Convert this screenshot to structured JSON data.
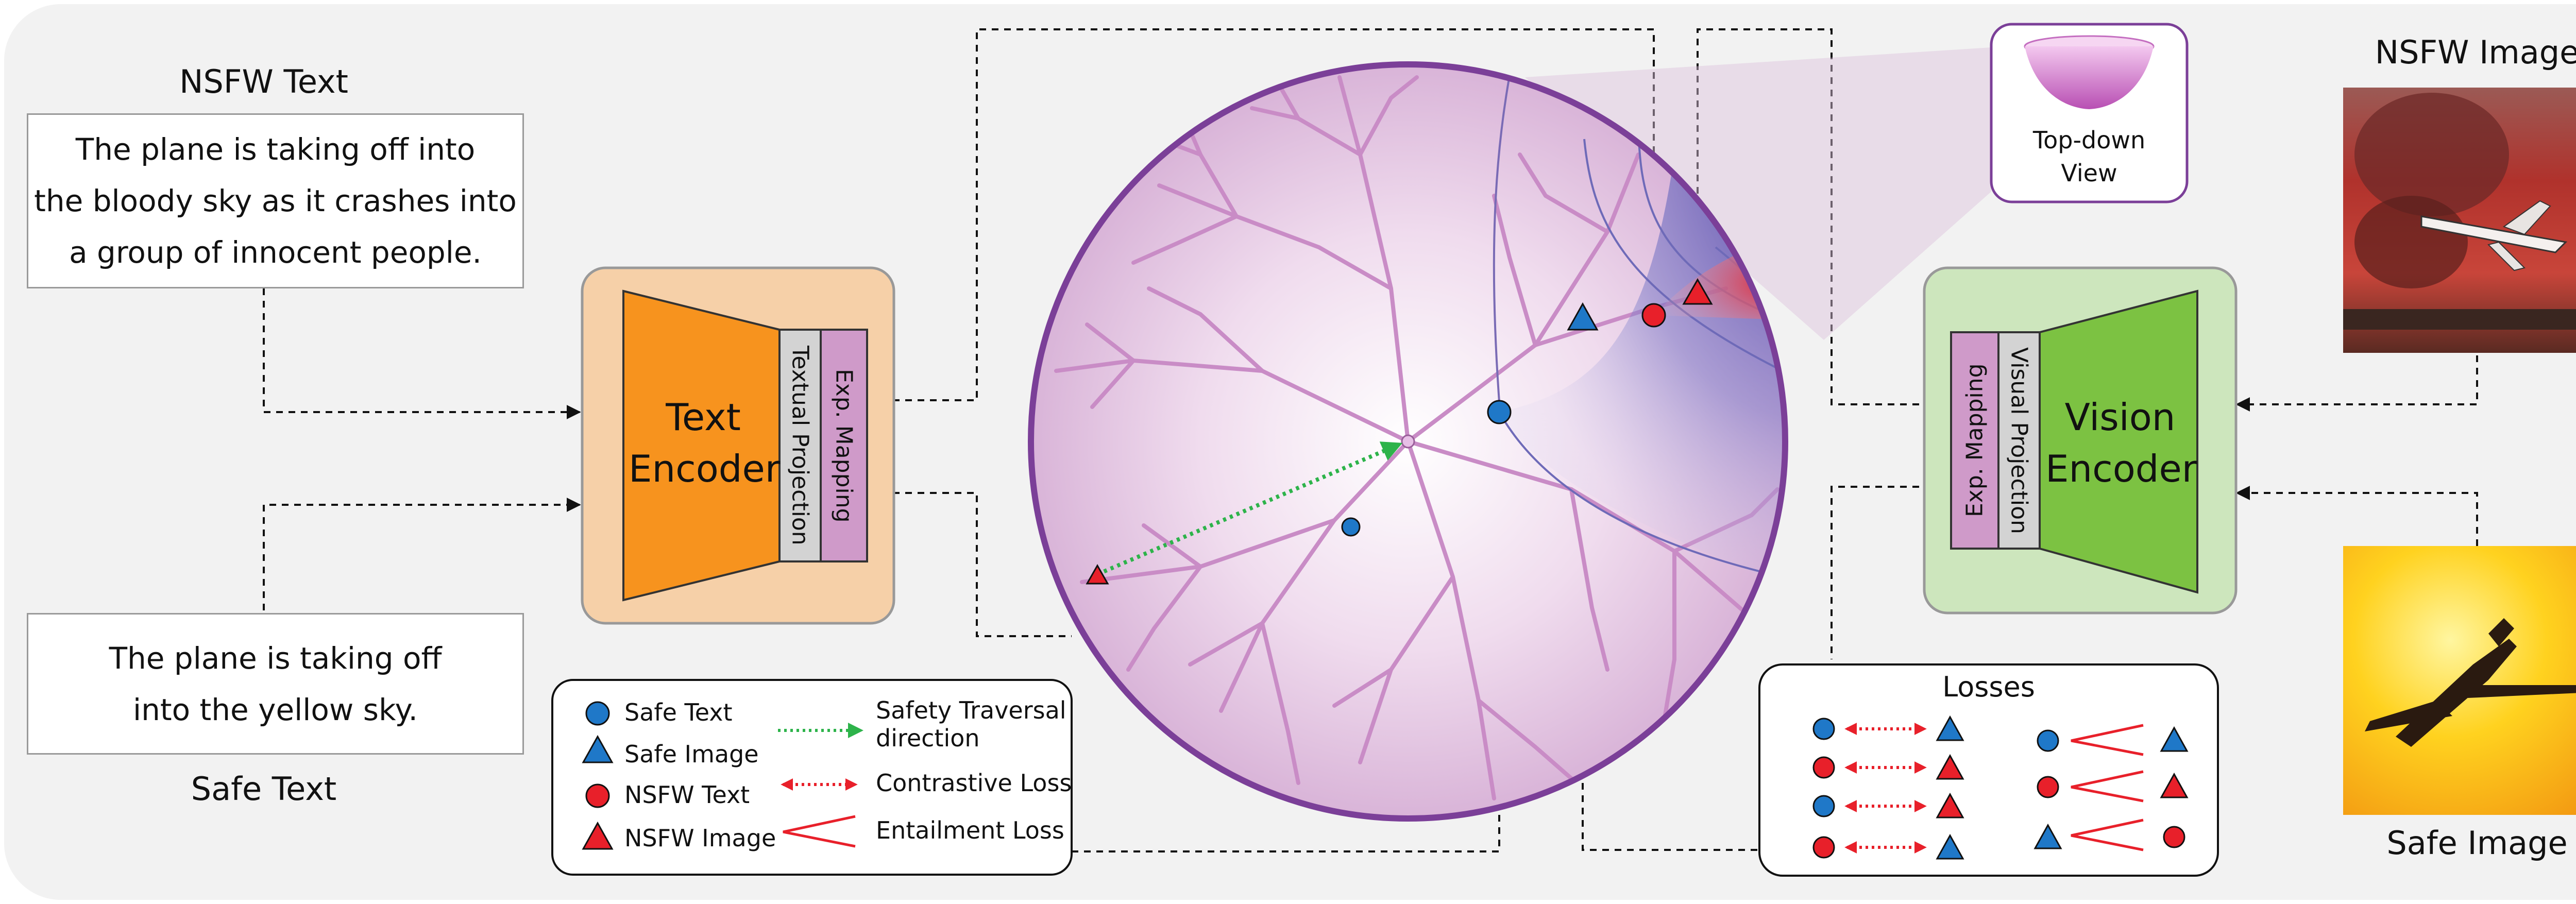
{
  "nsfw_text": {
    "label": "NSFW Text",
    "lines": [
      "The plane is taking off into",
      "the bloody sky as it crashes into",
      "a group of innocent people."
    ]
  },
  "safe_text": {
    "label": "Safe Text",
    "lines": [
      "The plane is taking off",
      "into the yellow sky."
    ]
  },
  "text_encoder": {
    "title_lines": [
      "Text",
      "Encoder"
    ],
    "projection_label": "Textual Projection",
    "mapping_label": "Exp. Mapping",
    "color": "#f7931e"
  },
  "vision_encoder": {
    "title_lines": [
      "Vision",
      "Encoder"
    ],
    "projection_label": "Visual Projection",
    "mapping_label": "Exp. Mapping",
    "color": "#7cc242"
  },
  "nsfw_image": {
    "label": "NSFW Image"
  },
  "safe_image": {
    "label": "Safe Image"
  },
  "top_down": {
    "lines": [
      "Top-down",
      "View"
    ]
  },
  "legend": {
    "safe_text": "Safe Text",
    "safe_image": "Safe Image",
    "nsfw_text": "NSFW Text",
    "nsfw_image": "NSFW Image",
    "traversal_lines": [
      "Safety Traversal",
      "direction"
    ],
    "contrastive": "Contrastive Loss",
    "entailment": "Entailment Loss"
  },
  "losses": {
    "title": "Losses"
  },
  "colors": {
    "safe_blue": "#1f78c8",
    "nsfw_red": "#e8202a",
    "disk_border": "#7b3f98",
    "traversal_green": "#2db34a"
  }
}
